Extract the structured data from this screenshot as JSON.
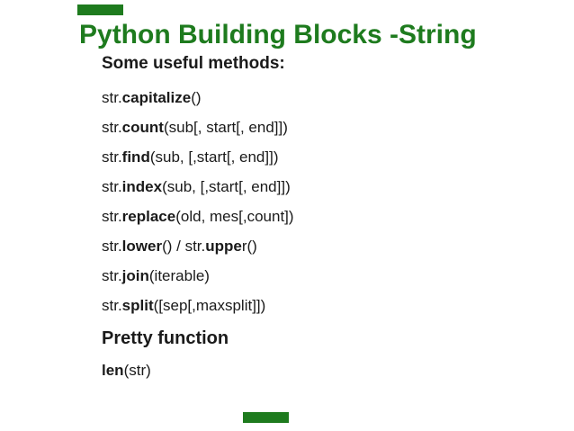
{
  "slide": {
    "title": "Python Building Blocks -String",
    "subtitle": "Some useful methods:",
    "section_heading": "Pretty function",
    "colors": {
      "accent": "#1E7B1E",
      "text": "#1A1A1A",
      "background": "#FFFFFF"
    },
    "decorations": {
      "top_bar": "green-accent-bar",
      "bottom_bar": "green-accent-bar"
    },
    "methods": [
      {
        "segments": [
          {
            "text": "str.",
            "bold": false
          },
          {
            "text": "capitalize",
            "bold": true
          },
          {
            "text": "()",
            "bold": false
          }
        ]
      },
      {
        "segments": [
          {
            "text": "str.",
            "bold": false
          },
          {
            "text": "count",
            "bold": true
          },
          {
            "text": "(sub[, start[, end]])",
            "bold": false
          }
        ]
      },
      {
        "segments": [
          {
            "text": "str.",
            "bold": false
          },
          {
            "text": "find",
            "bold": true
          },
          {
            "text": "(sub, [,start[, end]])",
            "bold": false
          }
        ]
      },
      {
        "segments": [
          {
            "text": "str.",
            "bold": false
          },
          {
            "text": "index",
            "bold": true
          },
          {
            "text": "(sub, [,start[, end]])",
            "bold": false
          }
        ]
      },
      {
        "segments": [
          {
            "text": "str.",
            "bold": false
          },
          {
            "text": "replace",
            "bold": true
          },
          {
            "text": "(old, mes[,count])",
            "bold": false
          }
        ]
      },
      {
        "segments": [
          {
            "text": "str.",
            "bold": false
          },
          {
            "text": "lower",
            "bold": true
          },
          {
            "text": "() / str.",
            "bold": false
          },
          {
            "text": "uppe",
            "bold": true
          },
          {
            "text": "r()",
            "bold": false
          }
        ]
      },
      {
        "segments": [
          {
            "text": "str.",
            "bold": false
          },
          {
            "text": "join",
            "bold": true
          },
          {
            "text": "(iterable)",
            "bold": false
          }
        ]
      },
      {
        "segments": [
          {
            "text": "str.",
            "bold": false
          },
          {
            "text": "split",
            "bold": true
          },
          {
            "text": "([sep[,maxsplit]])",
            "bold": false
          }
        ]
      }
    ],
    "functions": [
      {
        "segments": [
          {
            "text": "len",
            "bold": true
          },
          {
            "text": "(str)",
            "bold": false
          }
        ]
      }
    ]
  }
}
